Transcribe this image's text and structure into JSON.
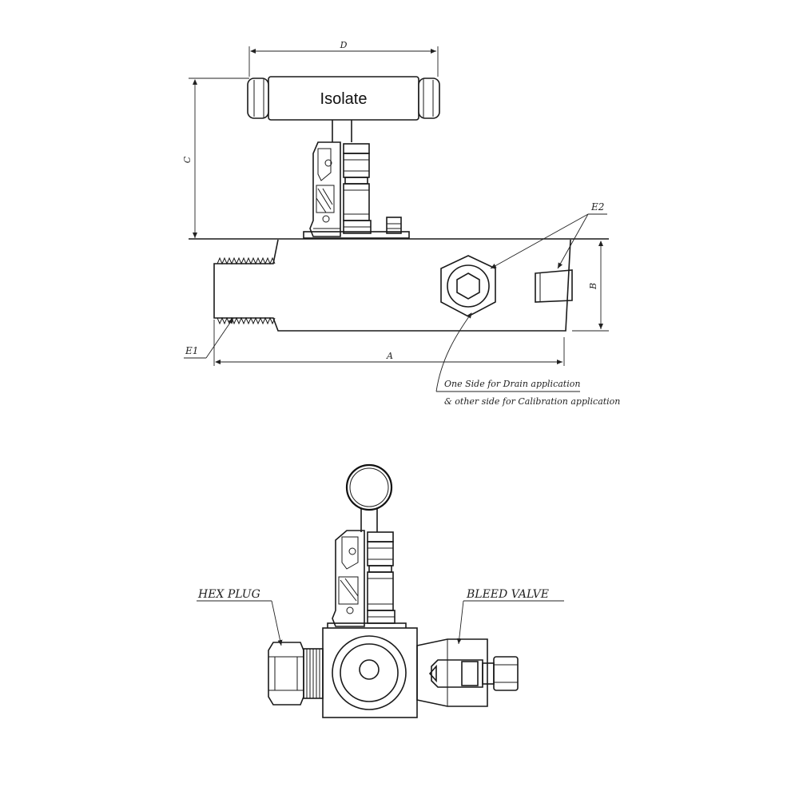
{
  "top_view": {
    "handle_label": "Isolate",
    "dim_d": "D",
    "dim_c": "C",
    "dim_b": "B",
    "dim_a": "A",
    "label_e1": "E1",
    "label_e2": "E2",
    "note_line1": "One Side for Drain application",
    "note_line2": "& other side for Calibration application"
  },
  "bottom_view": {
    "hex_plug_label": "HEX PLUG",
    "bleed_valve_label": "BLEED VALVE"
  }
}
